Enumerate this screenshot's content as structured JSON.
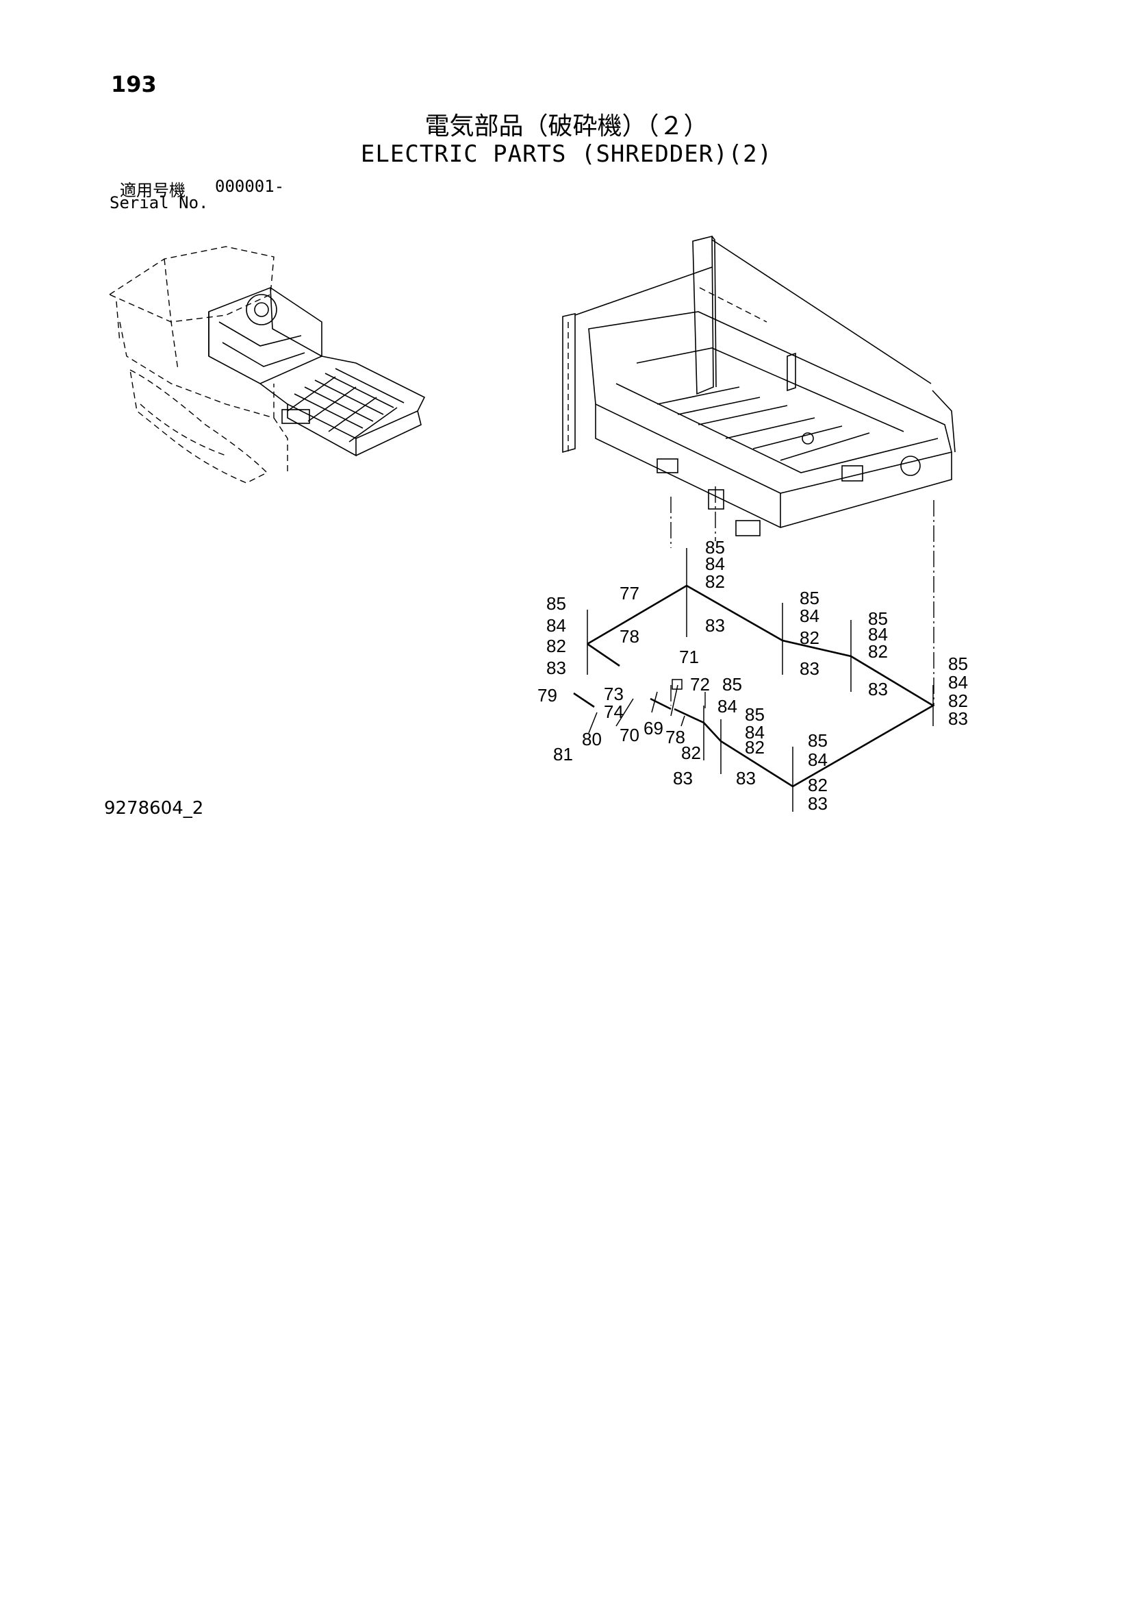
{
  "page_number": "193",
  "title_jp": "電気部品（破砕機）（２）",
  "title_en": "ELECTRIC PARTS (SHREDDER)(2)",
  "serial": {
    "label_jp": "適用号機",
    "code": "000001-",
    "label_en": "Serial No."
  },
  "figure_id": "9278604_2",
  "callouts": [
    "85",
    "84",
    "82",
    "83",
    "77",
    "85",
    "84",
    "82",
    "83",
    "78",
    "85",
    "84",
    "82",
    "83",
    "85",
    "84",
    "82",
    "83",
    "85",
    "84",
    "82",
    "83",
    "71",
    "72",
    "85",
    "73",
    "79",
    "74",
    "84",
    "70",
    "69",
    "78",
    "85",
    "84",
    "82",
    "82",
    "81",
    "80",
    "83",
    "83",
    "85",
    "84",
    "82",
    "83"
  ]
}
